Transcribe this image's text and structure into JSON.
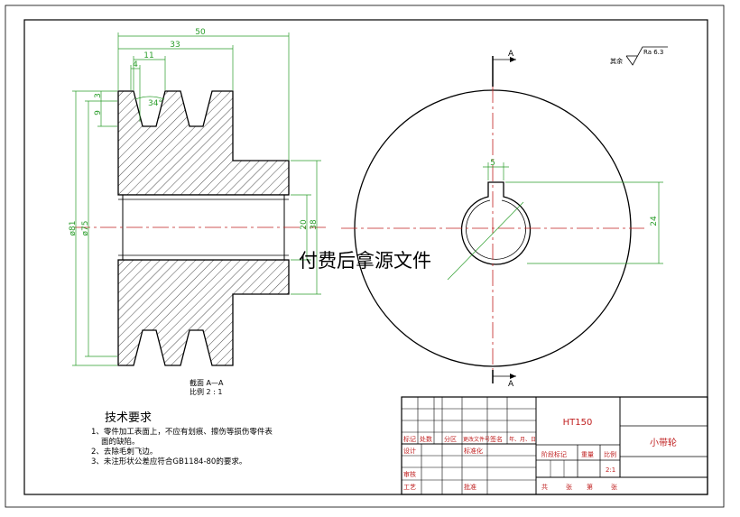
{
  "dimensions": {
    "d50": "50",
    "d33": "33",
    "d11": "11",
    "d4": "4",
    "angle": "34°",
    "d3": "3",
    "d9": "9",
    "dia81": "ø81",
    "dia75": "ø75",
    "d20": "20",
    "d38": "38",
    "key_width": "5",
    "key_height": "24"
  },
  "section_marks": {
    "top": "A",
    "bottom": "A"
  },
  "roughness": {
    "prefix": "其余",
    "value": "Ra 6.3"
  },
  "section_caption": {
    "line1": "截面 A—A",
    "line2": "比例 2 : 1"
  },
  "overlay_text": "付费后拿源文件",
  "tech_requirements": {
    "title": "技术要求",
    "line1": "1、零件加工表面上，不应有划痕、擦伤等损伤零件表",
    "line1b": "面的缺陷。",
    "line2": "2、去除毛刺飞边。",
    "line3": "3、未注形状公差应符合GB1184-80的要求。"
  },
  "title_block": {
    "material": "HT150",
    "part_name": "小带轮",
    "scale": "2:1",
    "headers": [
      "标记",
      "处数",
      "分区",
      "更改文件号",
      "签名",
      "年、月、日"
    ],
    "design": "设计",
    "standardize": "标准化",
    "stage_mark": "阶段标记",
    "weight": "重量",
    "ratio": "比例",
    "review": "审核",
    "process": "工艺",
    "approve": "批准",
    "sheets_total": "共",
    "sheets_num": "张",
    "sheet_idx": "第",
    "sheet_unit": "张"
  }
}
